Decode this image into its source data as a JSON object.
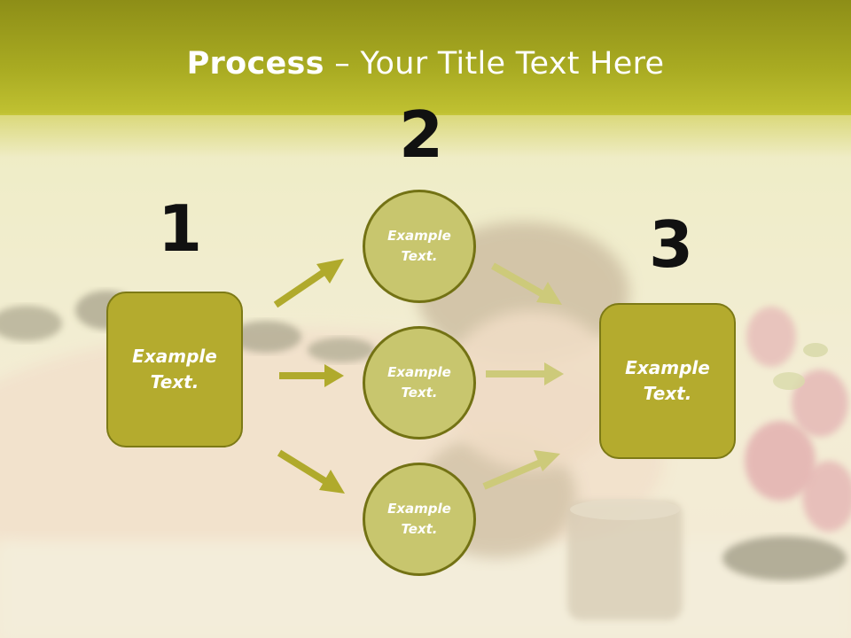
{
  "slide": {
    "title_bold": "Process",
    "title_rest": " – Your Title Text Here",
    "numbers": [
      "1",
      "2",
      "3"
    ],
    "left_box": "Example\nText.",
    "circles": [
      "Example\nText.",
      "Example\nText.",
      "Example\nText."
    ],
    "right_box": "Example\nText.",
    "colors": {
      "header": "#a9ab22",
      "box_fill": "#b4ab2e",
      "circle_fill": "#c8c66e",
      "arrow_dark": "#b0aa2c",
      "arrow_light": "#cdca7a"
    }
  }
}
